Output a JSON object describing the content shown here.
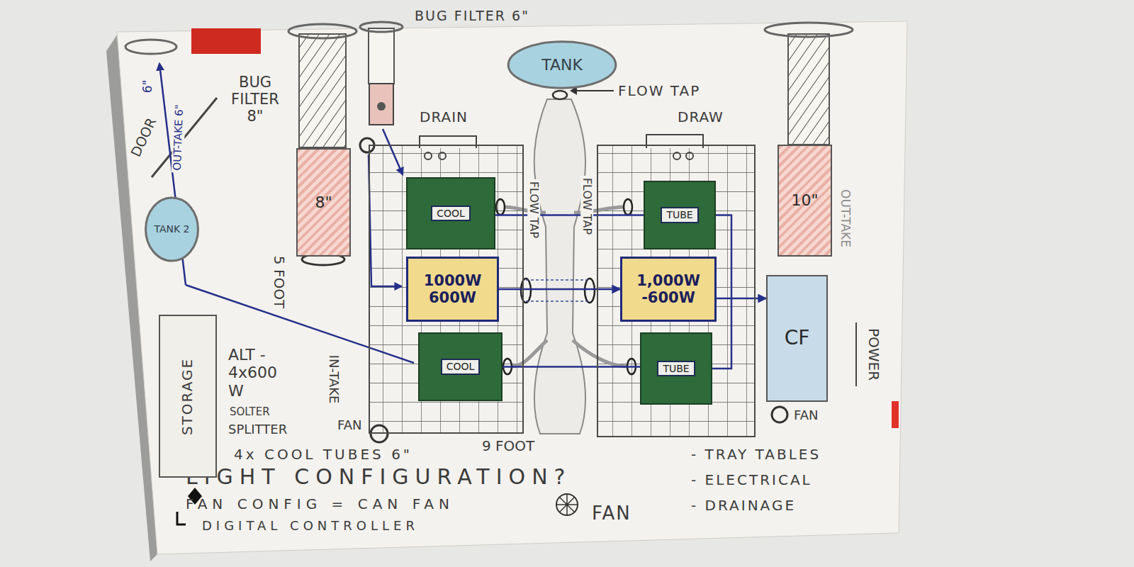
{
  "diagram": {
    "nodes": [
      {
        "text": [
          "TANK"
        ]
      },
      {
        "text": [
          "DRAIN"
        ]
      },
      {
        "text": [
          "COOL"
        ],
        "in": 1
      },
      {
        "text": [
          "1000W 600W"
        ],
        "in": 1
      },
      {
        "text": [
          "COOL"
        ],
        "in": 1
      },
      {
        "text": [
          "DRAW"
        ]
      },
      {
        "text": [
          "TUBE"
        ],
        "in": 5
      },
      {
        "text": [
          "1,000W -600W"
        ],
        "in": 5
      },
      {
        "text": [
          "TUBE"
        ],
        "in": 5
      },
      {
        "text": [
          "8\""
        ]
      },
      {
        "text": [
          "10\""
        ]
      },
      {
        "text": [
          "TANK 2"
        ]
      },
      {
        "text": [
          "CF"
        ]
      },
      {
        "text": [
          "STORAGE"
        ]
      }
    ],
    "edges": [
      {
        "from": 3,
        "to": 7,
        "arrow": "to"
      },
      {
        "from": 7,
        "to": 12,
        "arrow": "to"
      },
      {
        "from": 2,
        "to": 6,
        "arrow": "none"
      },
      {
        "from": 4,
        "to": 8,
        "arrow": "none"
      },
      {
        "from": 6,
        "to": 8,
        "arrow": "none"
      }
    ],
    "labels": [
      "BUG FILTER 6\"",
      "6\"",
      "BUG FILTER 8\"",
      "FLOW TAP",
      "OUT-TAKE 6\"",
      "DOOR",
      "FLOW TAP",
      "FLOW TAP",
      "OUT-TAKE",
      "5 FOOT",
      "ALT - 4x600 W",
      "POWER",
      "IN-TAKE",
      "SOLTER",
      "FAN",
      "FAN",
      "SPLITTER",
      "9 FOOT",
      "4x COOL TUBES 6\"",
      "- TRAY TABLES",
      "LIGHT CONFIGURATION?",
      "- ELECTRICAL",
      "FAN CONFIG = CAN FAN",
      "FAN",
      "- DRAINAGE",
      "DIGITAL CONTROLLER"
    ]
  }
}
